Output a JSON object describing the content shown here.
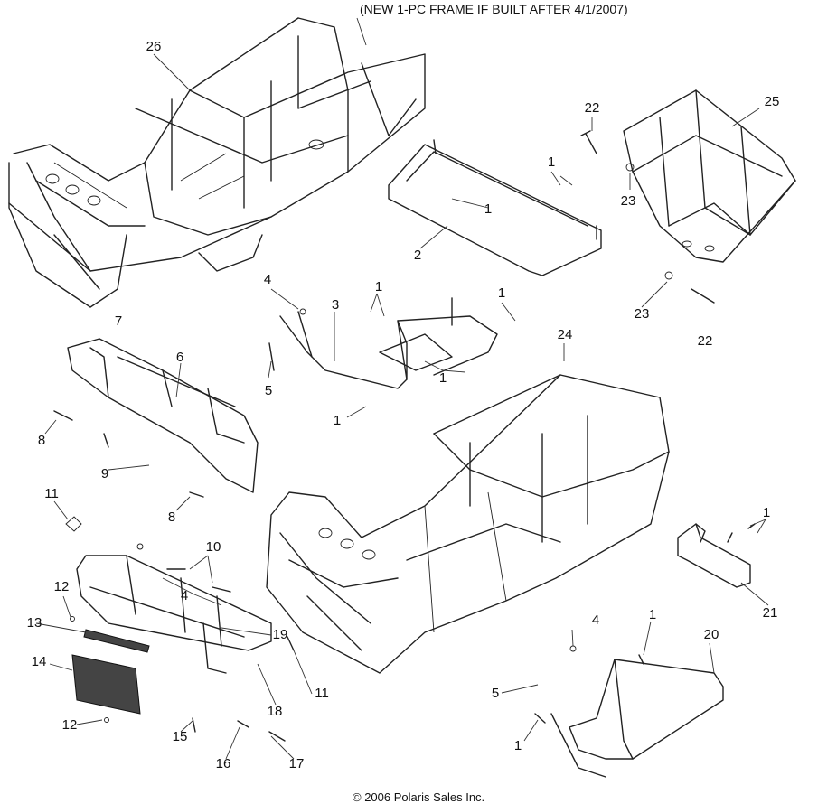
{
  "header_note": "(NEW 1-PC FRAME IF BUILT AFTER 4/1/2007)",
  "copyright": "© 2006 Polaris Sales Inc.",
  "callouts": {
    "c26": "26",
    "c22a": "22",
    "c25": "25",
    "c23a": "23",
    "c1a": "1",
    "c1b": "1",
    "c2": "2",
    "c7": "7",
    "c4a": "4",
    "c3": "3",
    "c1c": "1",
    "c1d": "1",
    "c23b": "23",
    "c22b": "22",
    "c6": "6",
    "c5a": "5",
    "c24": "24",
    "c1e": "1",
    "c1f": "1",
    "c8a": "8",
    "c9": "9",
    "c11a": "11",
    "c8b": "8",
    "c10": "10",
    "c1g": "1",
    "c4b": "4",
    "c12a": "12",
    "c13": "13",
    "c19": "19",
    "c21": "21",
    "c4c": "4",
    "c1h": "1",
    "c20": "20",
    "c14": "14",
    "c11b": "11",
    "c5b": "5",
    "c18": "18",
    "c12b": "12",
    "c15": "15",
    "c1i": "1",
    "c16": "16",
    "c17": "17"
  }
}
